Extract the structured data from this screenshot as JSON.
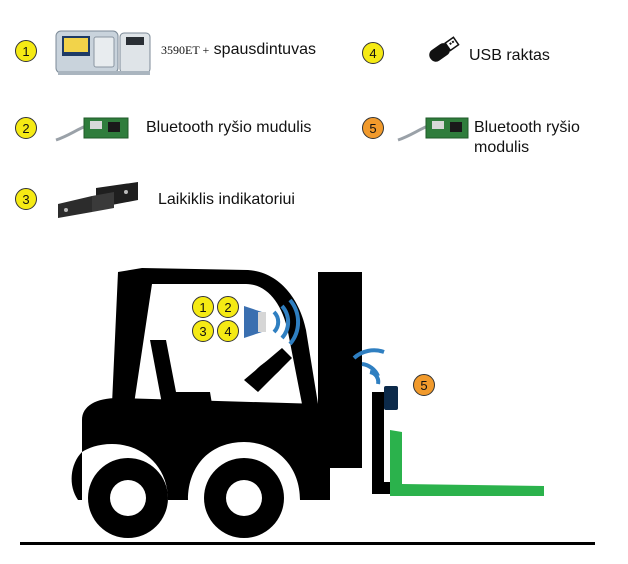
{
  "legend": {
    "items": [
      {
        "num": "1",
        "model": "3590ET +",
        "label": "spausdintuvas",
        "color": "#f5ea14"
      },
      {
        "num": "2",
        "label": "Bluetooth ryšio mudulis",
        "color": "#f5ea14"
      },
      {
        "num": "3",
        "label": "Laikiklis indikatoriui",
        "color": "#f5ea14"
      },
      {
        "num": "4",
        "label": "USB raktas",
        "color": "#f5ea14"
      },
      {
        "num": "5",
        "label_line1": "Bluetooth ryšio",
        "label_line2": "modulis",
        "color": "#f19a2c"
      }
    ]
  },
  "diagram": {
    "cab_badges": [
      "1",
      "2",
      "3",
      "4"
    ],
    "fork_badge": "5",
    "colors": {
      "body": "#000000",
      "fork": "#2bb24c",
      "signal": "#2f7fc1",
      "device": "#3a6fb0"
    }
  }
}
